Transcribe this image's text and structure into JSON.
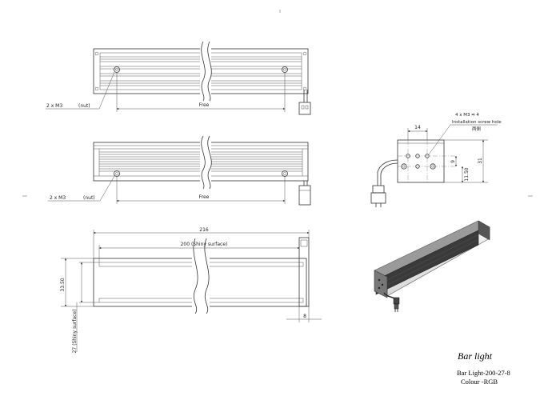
{
  "title_block": {
    "title": "Bar light",
    "model": "Bar Light-200-27-8",
    "colour": "Colour -RGB"
  },
  "top_view": {
    "nut_label": "2 x M3",
    "nut_suffix": "(nut)",
    "free_label": "Free"
  },
  "middle_view": {
    "nut_label": "2 x M3",
    "nut_suffix": "(nut)",
    "free_label": "Free"
  },
  "bottom_view": {
    "overall_length": "216",
    "shiny_length": "200  (Shiny surface)",
    "height_total": "33.50",
    "shiny_width": "27 (Shiny surface)",
    "side_width": "8"
  },
  "end_view": {
    "screw_label": "4 x M3 ⥧ 4",
    "screw_desc": "Installation screw hole",
    "screw_cn": "两侧",
    "dim_14": "14",
    "dim_9": "9",
    "dim_11_50": "11.50",
    "dim_31": "31"
  }
}
